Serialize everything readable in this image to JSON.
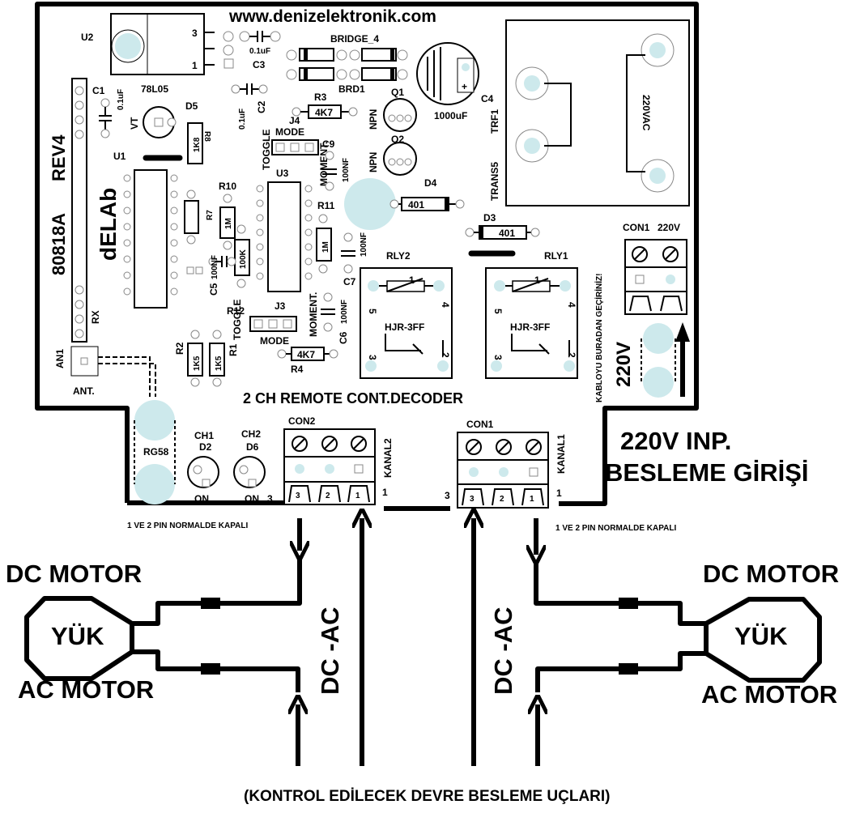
{
  "header": {
    "website": "www.denizelektronik.com",
    "title": "2 CH REMOTE CONT.DECODER"
  },
  "board": {
    "rev": "REV4",
    "model": "80818A",
    "brand": "dELAb"
  },
  "components": {
    "u2": "U2",
    "reg": "78L05",
    "u1": "U1",
    "u3": "U3",
    "c1": "C1",
    "c1v": "0.1uF",
    "c2": "C2",
    "c2v": "0.1uF",
    "c3": "C3",
    "c3v": "0.1uF",
    "c4": "C4",
    "c4v": "1000uF",
    "c5": "C5",
    "c5v": "100NF",
    "c6": "C6",
    "c6v": "100NF",
    "c7": "C7",
    "c7v": "100NF",
    "c9": "C9",
    "c9v": "100NF",
    "bridge": "BRIDGE_4",
    "brd1": "BRD1",
    "r3": "R3",
    "r3v": "4K7",
    "r4": "R4",
    "r4v": "4K7",
    "r7": "R7",
    "r8": "R8",
    "r8v": "1K8",
    "r10": "R10",
    "r10v": "1M",
    "r11": "R11",
    "r11v": "1M",
    "r12": "R12",
    "r12v": "100K",
    "r2": "R2",
    "r2v": "1K5",
    "r1": "R1",
    "r1v": "1K5",
    "q1": "Q1",
    "q2": "Q2",
    "npn": "NPN",
    "d5": "D5",
    "vt": "VT",
    "d4": "D4",
    "d3": "D3",
    "dval": "401",
    "j4": "J4",
    "j3": "J3",
    "mode": "MODE",
    "toggle": "TOGGLE",
    "moment": "MOMENT.",
    "rly1": "RLY1",
    "rly2": "RLY2",
    "relay": "HJR-3FF",
    "trf1": "TRF1",
    "trans5": "TRANS5",
    "trafo": "220VAC",
    "con1top": "CON1",
    "v220": "220V",
    "cable": "KABLOYU BURADAN GEÇİRİNİZ!",
    "an1": "AN1",
    "ant": "ANT.",
    "rx": "RX",
    "rg58": "RG58",
    "ch1": "CH1",
    "ch2": "CH2",
    "d2": "D2",
    "d6": "D6",
    "on": "ON",
    "con2": "CON2",
    "con1": "CON1",
    "kanal2": "KANAL2",
    "kanal1": "KANAL1",
    "p1": "1",
    "p2": "2",
    "p3": "3",
    "p4": "4",
    "p5": "5"
  },
  "labels": {
    "v220big": "220V",
    "inp1": "220V INP.",
    "inp2": "BESLEME GİRİŞİ",
    "nc": "1 VE 2 PIN NORMALDE KAPALI",
    "dcmotor": "DC MOTOR",
    "acmotor": "AC MOTOR",
    "yuk": "YÜK",
    "dcac": "DC -AC",
    "footer": "(KONTROL EDİLECEK DEVRE BESLEME UÇLARI)"
  }
}
